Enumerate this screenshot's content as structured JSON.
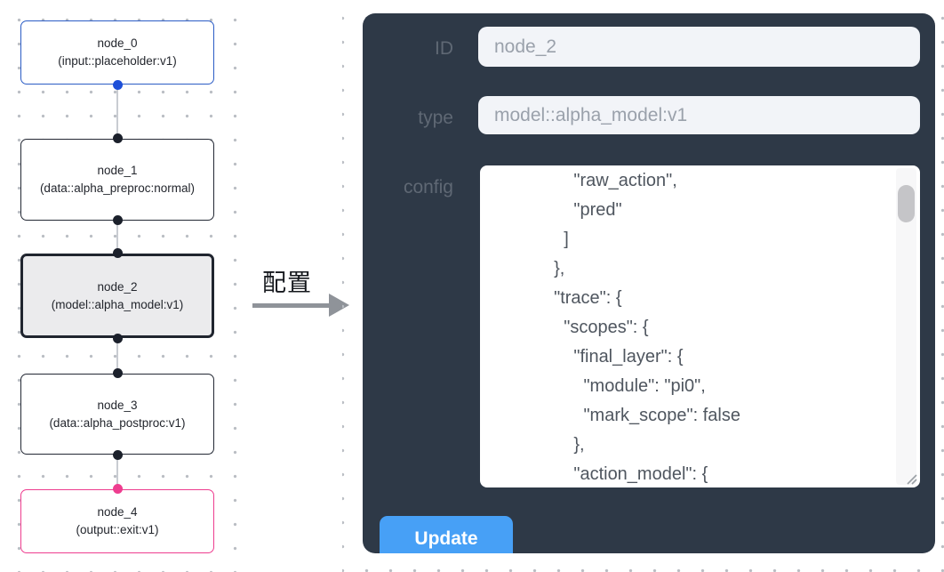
{
  "flow": {
    "nodes": [
      {
        "id": "node_0",
        "label": "node_0",
        "type_label": "(input::placeholder:v1)"
      },
      {
        "id": "node_1",
        "label": "node_1",
        "type_label": "(data::alpha_preproc:normal)"
      },
      {
        "id": "node_2",
        "label": "node_2",
        "type_label": "(model::alpha_model:v1)"
      },
      {
        "id": "node_3",
        "label": "node_3",
        "type_label": "(data::alpha_postproc:v1)"
      },
      {
        "id": "node_4",
        "label": "node_4",
        "type_label": "(output::exit:v1)"
      }
    ],
    "colors": {
      "input_border": "#2b5cc5",
      "default_border": "#232834",
      "selected_bg": "#ebebed",
      "output_border": "#ee3d8f",
      "port_blue": "#1d4fd8",
      "port_dark": "#1b202b",
      "port_pink": "#ee3d8f"
    }
  },
  "transition": {
    "label": "配置"
  },
  "panel": {
    "bg_color": "#2e3947",
    "accent_color": "#47a0f6",
    "fields": [
      {
        "label": "ID",
        "value": "node_2"
      },
      {
        "label": "type",
        "value": "model::alpha_model:v1"
      }
    ],
    "config_label": "config",
    "config_text": "      \"raw_action\",\n      \"pred\"\n    ]\n  },\n  \"trace\": {\n    \"scopes\": {\n      \"final_layer\": {\n        \"module\": \"pi0\",\n        \"mark_scope\": false\n      },\n      \"action_model\": {",
    "update_label": "Update"
  }
}
